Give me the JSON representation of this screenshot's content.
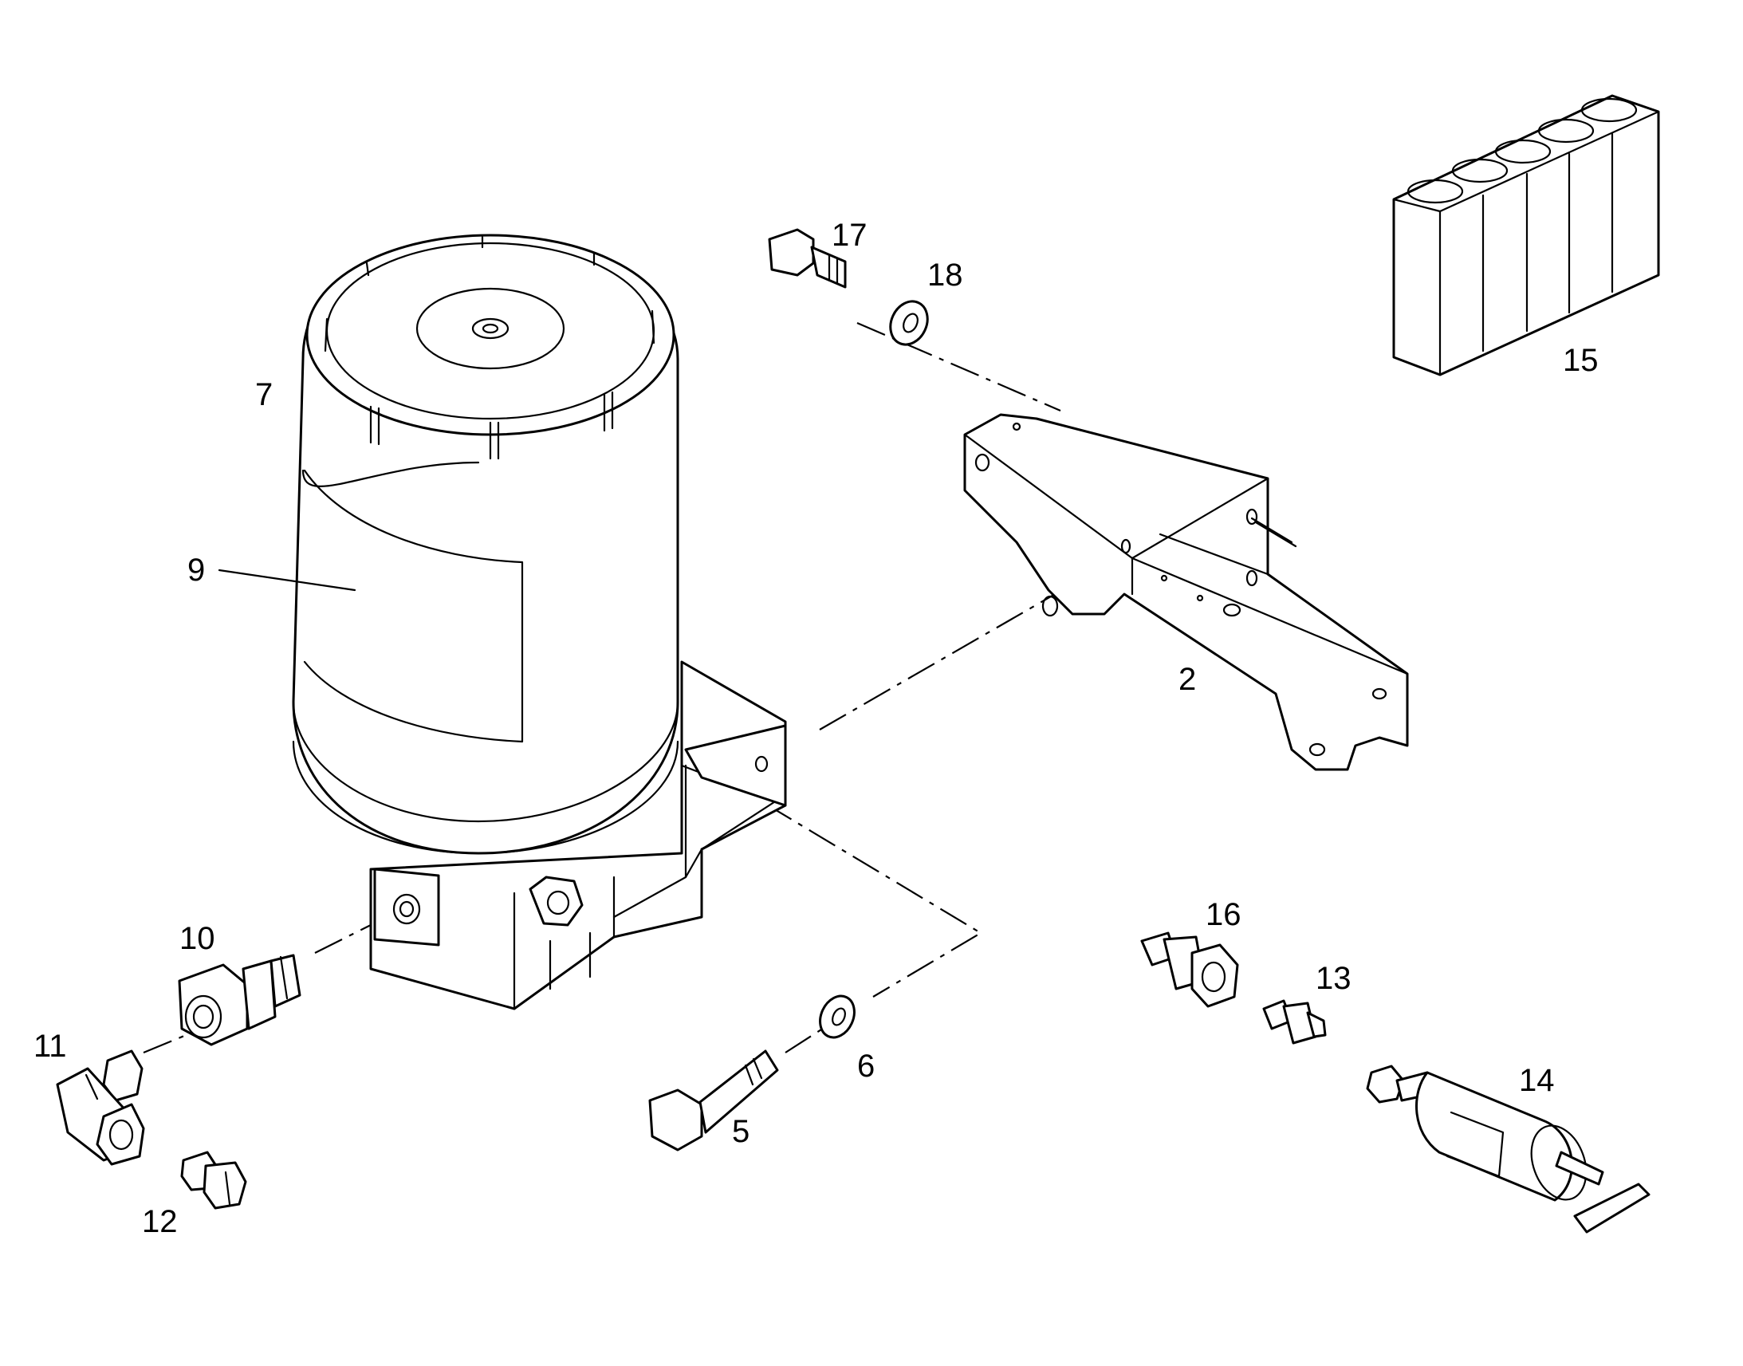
{
  "diagram": {
    "callouts": [
      {
        "id": "2",
        "label": "2"
      },
      {
        "id": "5",
        "label": "5"
      },
      {
        "id": "6",
        "label": "6"
      },
      {
        "id": "7",
        "label": "7"
      },
      {
        "id": "9",
        "label": "9"
      },
      {
        "id": "10",
        "label": "10"
      },
      {
        "id": "11",
        "label": "11"
      },
      {
        "id": "12",
        "label": "12"
      },
      {
        "id": "13",
        "label": "13"
      },
      {
        "id": "14",
        "label": "14"
      },
      {
        "id": "15",
        "label": "15"
      },
      {
        "id": "16",
        "label": "16"
      },
      {
        "id": "17",
        "label": "17"
      },
      {
        "id": "18",
        "label": "18"
      }
    ]
  },
  "colors": {
    "line": "#000000",
    "background": "#ffffff"
  }
}
